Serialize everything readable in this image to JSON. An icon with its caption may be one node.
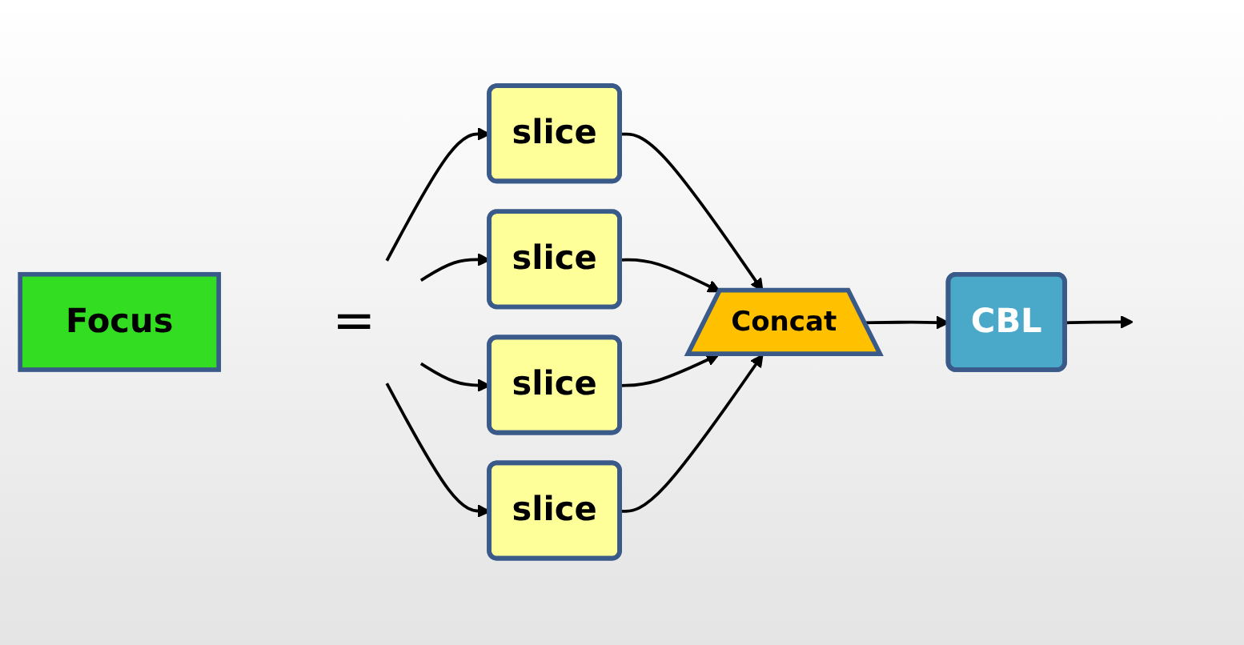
{
  "diagram": {
    "nodes": [
      {
        "text": [
          "Focus"
        ]
      },
      {
        "text": [
          "="
        ]
      },
      {
        "text": [
          "slice"
        ]
      },
      {
        "text": [
          "slice"
        ]
      },
      {
        "text": [
          "slice"
        ]
      },
      {
        "text": [
          "slice"
        ]
      },
      {
        "text": [
          "Concat"
        ]
      },
      {
        "text": [
          "CBL"
        ]
      }
    ],
    "edges": [
      {
        "from": 1,
        "to": 2,
        "arrow": "to"
      },
      {
        "from": 1,
        "to": 3,
        "arrow": "to"
      },
      {
        "from": 1,
        "to": 4,
        "arrow": "to"
      },
      {
        "from": 1,
        "to": 5,
        "arrow": "to"
      },
      {
        "from": 2,
        "to": 6,
        "arrow": "to"
      },
      {
        "from": 3,
        "to": 6,
        "arrow": "to"
      },
      {
        "from": 4,
        "to": 6,
        "arrow": "to"
      },
      {
        "from": 5,
        "to": 6,
        "arrow": "to"
      },
      {
        "from": 6,
        "to": 7,
        "arrow": "to"
      },
      {
        "from": 7,
        "to": null,
        "arrow": "to"
      }
    ]
  }
}
